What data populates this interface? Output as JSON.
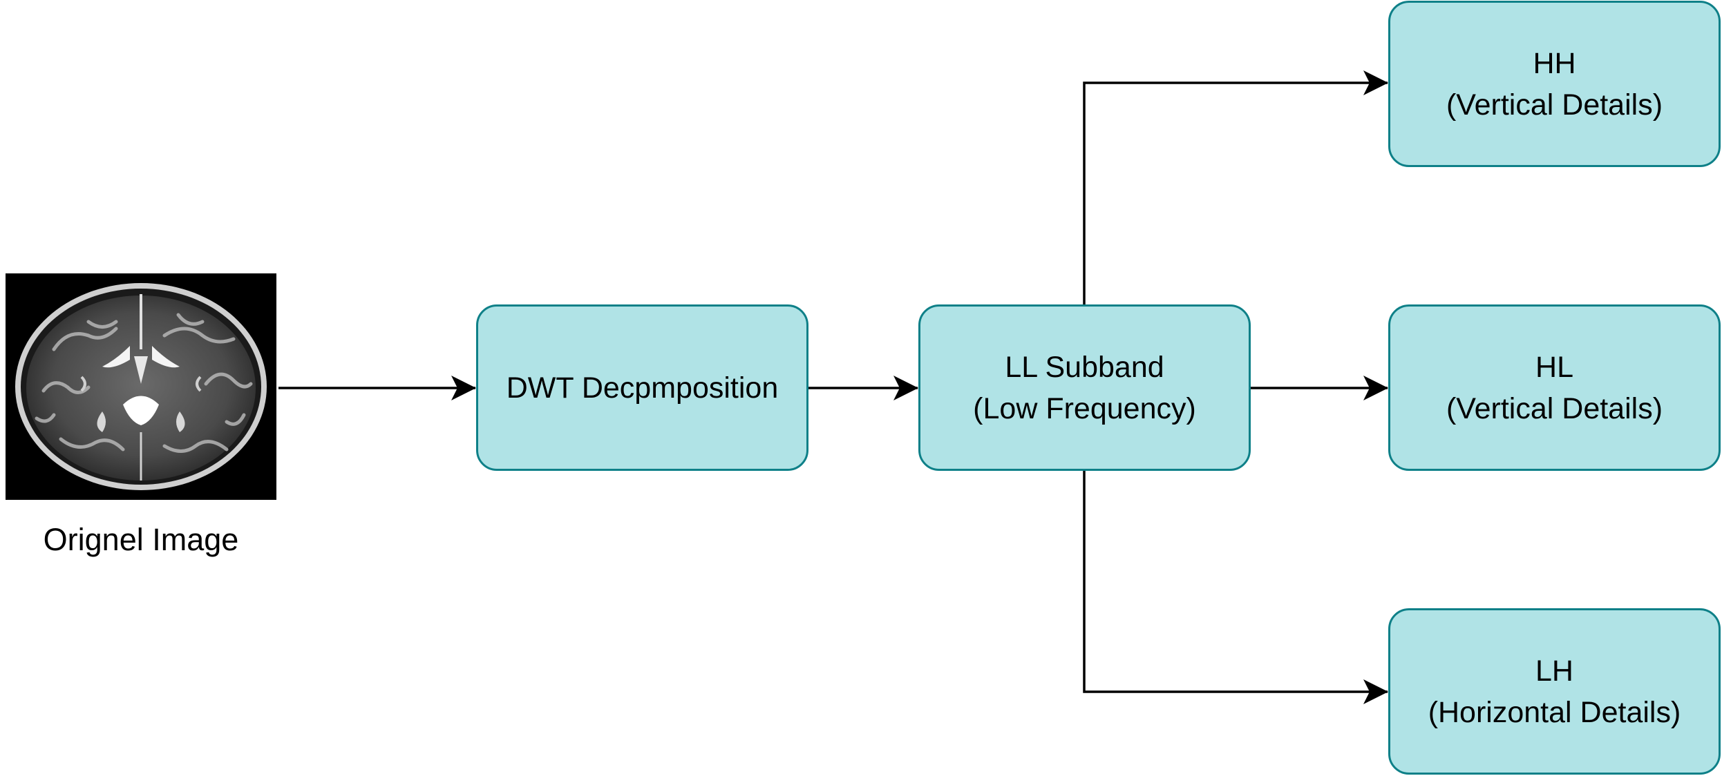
{
  "input_image": {
    "caption": "Orignel Image",
    "depicts": "axial brain MRI scan"
  },
  "nodes": {
    "dwt": {
      "line1": "DWT Decpmposition"
    },
    "ll": {
      "line1": "LL Subband",
      "line2": "(Low Frequency)"
    },
    "hh": {
      "line1": "HH",
      "line2": "(Vertical Details)"
    },
    "hl": {
      "line1": "HL",
      "line2": "(Vertical Details)"
    },
    "lh": {
      "line1": "LH",
      "line2": "(Horizontal Details)"
    }
  },
  "edges": [
    {
      "from": "input_image",
      "to": "dwt"
    },
    {
      "from": "dwt",
      "to": "ll"
    },
    {
      "from": "ll",
      "to": "hh"
    },
    {
      "from": "ll",
      "to": "hl"
    },
    {
      "from": "ll",
      "to": "lh"
    }
  ],
  "colors": {
    "node_fill": "#b0e3e6",
    "node_border": "#0e8088",
    "edge": "#000000"
  }
}
